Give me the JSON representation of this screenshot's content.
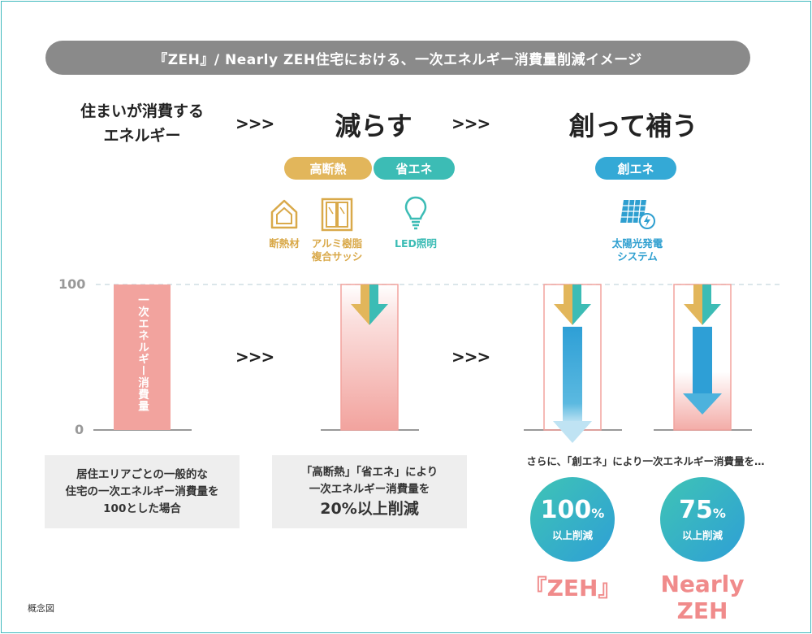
{
  "banner": "『ZEH』/ Nearly ZEH住宅における、一次エネルギー消費量削減イメージ",
  "stages": {
    "stage1_line1": "住まいが消費する",
    "stage1_line2": "エネルギー",
    "stage2": "減らす",
    "stage3": "創って補う",
    "chevron": ">>>"
  },
  "pills": {
    "insulation": "高断熱",
    "energy_saving": "省エネ",
    "energy_creation": "創エネ"
  },
  "icons": {
    "insulation_material": "断熱材",
    "window_line1": "アルミ樹脂",
    "window_line2": "複合サッシ",
    "led": "LED照明",
    "solar_line1": "太陽光発電",
    "solar_line2": "システム"
  },
  "axis": {
    "top": "100",
    "bottom": "0"
  },
  "bar_label": "一次エネルギー消費量",
  "notes": {
    "left_line1": "居住エリアごとの一般的な",
    "left_line2": "住宅の一次エネルギー消費量を",
    "left_line3": "100とした場合",
    "mid_line1": "「高断熱」「省エネ」により",
    "mid_line2": "一次エネルギー消費量を",
    "mid_line3": "20%以上削減",
    "right_intro": "さらに、「創エネ」により一次エネルギー消費量を…"
  },
  "results": {
    "zeh_value": "100",
    "zeh_unit": "%",
    "zeh_sub": "以上削減",
    "zeh_name": "『ZEH』",
    "nearly_value": "75",
    "nearly_unit": "%",
    "nearly_sub": "以上削減",
    "nearly_name": "Nearly ZEH"
  },
  "caption": "概念図",
  "colors": {
    "bar_pink": "#f2a39e",
    "gold": "#e2b65b",
    "teal": "#3cbcb5",
    "blue": "#34a9d6",
    "pink_text": "#f08b8b"
  }
}
